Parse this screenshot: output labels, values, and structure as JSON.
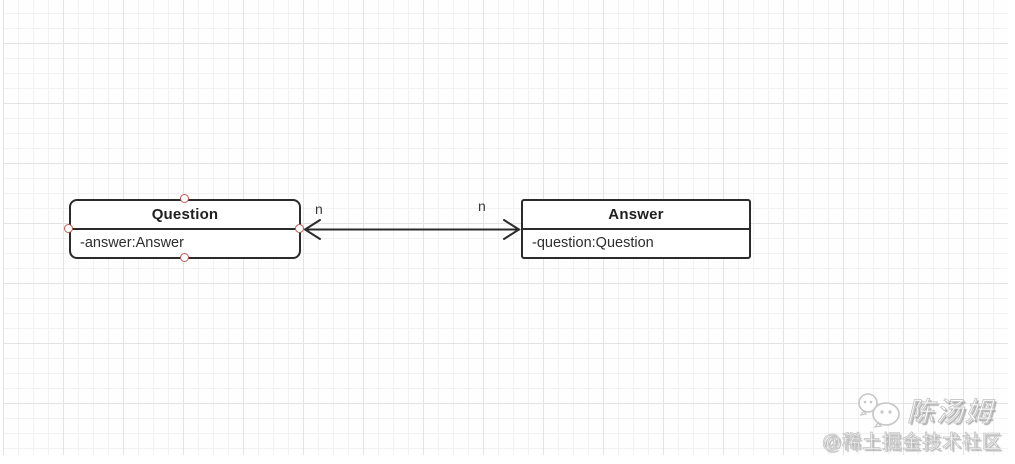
{
  "diagram": {
    "nodes": [
      {
        "title": "Question",
        "attributes": [
          "-answer:Answer"
        ]
      },
      {
        "title": "Answer",
        "attributes": [
          "-question:Question"
        ]
      }
    ],
    "edge": {
      "type": "bidirectional-association",
      "source_multiplicity": "n",
      "target_multiplicity": "n"
    }
  },
  "watermark": {
    "author": "陈汤姆",
    "community": "@稀土掘金技术社区",
    "icon": "wechat-logo-icon"
  },
  "colors": {
    "node_border": "#2b2b2b",
    "node_fill": "#ffffff",
    "handle_stroke": "#bf5b55",
    "grid_minor": "#f2f2f2",
    "grid_major": "#e3e3e3",
    "text": "#1f1f1f",
    "watermark_gray": "#c2c2c2"
  }
}
